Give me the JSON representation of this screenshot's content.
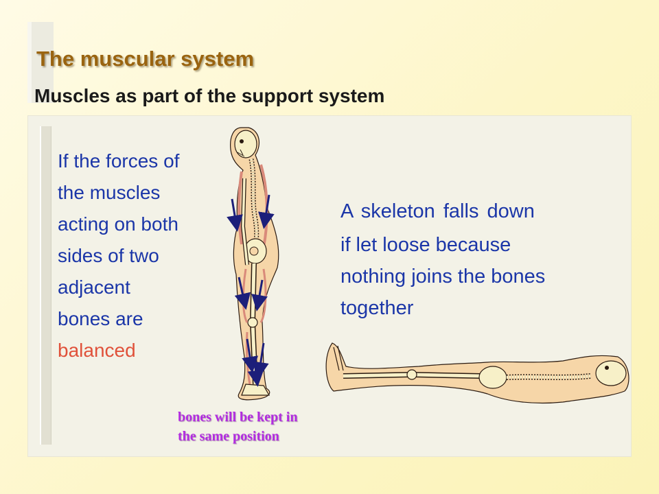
{
  "slide": {
    "title": "The muscular system",
    "subtitle": "Muscles as part of the support system"
  },
  "left_text": {
    "line1": "If the forces of",
    "line2": "the muscles",
    "line3": "acting on both",
    "line4": "sides of two",
    "line5": "adjacent",
    "line6": "bones are",
    "highlight": "balanced"
  },
  "right_text": {
    "line1": "A skeleton falls down",
    "line2": "if let loose because",
    "line3": "nothing joins the bones",
    "line4": "together"
  },
  "caption": {
    "line1": "bones will be kept in",
    "line2": "the same position"
  },
  "colors": {
    "title": "#9a6410",
    "body_text": "#1b36a8",
    "highlight": "#e0513a",
    "caption": "#b22ce0",
    "arrows": "#1c1f7a",
    "bone": "#f7f0c8",
    "skin": "#f6d6a8"
  },
  "icons": [
    "standing-skeleton-illustration",
    "lying-skeleton-illustration",
    "muscle-force-arrow-icon"
  ]
}
